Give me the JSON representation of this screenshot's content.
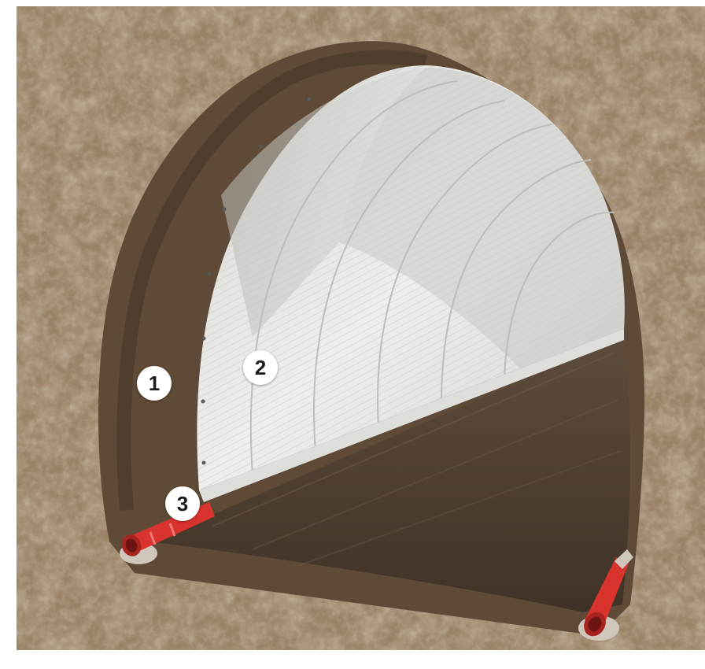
{
  "markers": [
    {
      "label": "1"
    },
    {
      "label": "2"
    },
    {
      "label": "3"
    }
  ],
  "colors": {
    "rock": "#9c8466",
    "rock_dark": "#6f5a44",
    "tunnel_floor": "#4e3f32",
    "membrane_light": "#e4e4e2",
    "membrane_shadow": "#c7c7c4",
    "drain_pipe": "#d9332d",
    "marker_fill": "#ffffff",
    "marker_text": "#1c1c1c"
  },
  "icons": [
    "drain-pipe-icon"
  ]
}
